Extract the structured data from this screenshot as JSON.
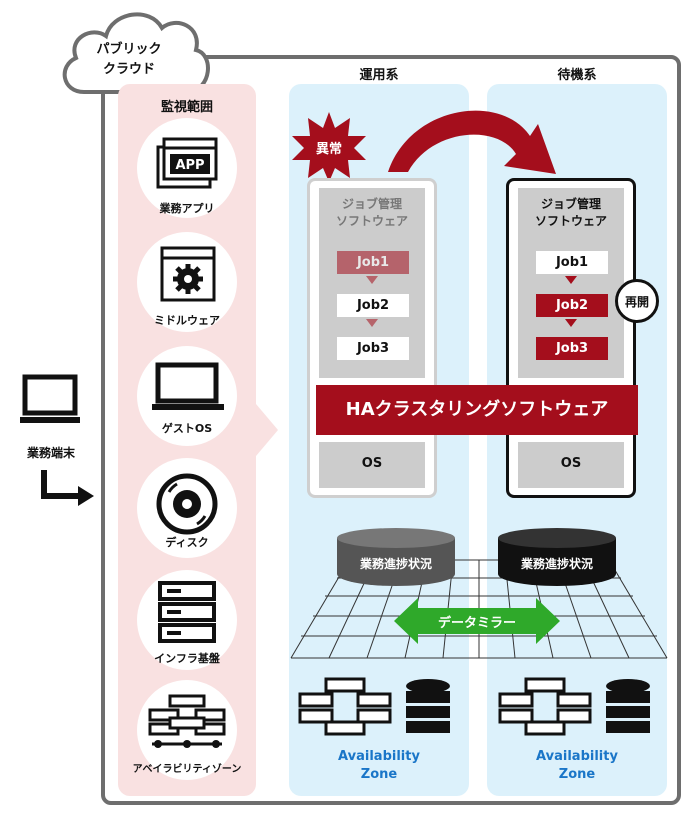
{
  "cloud_label": "パブリック\nクラウド",
  "monitor": {
    "title": "監視範囲",
    "items": [
      "業務アプリ",
      "ミドルウェア",
      "ゲストOS",
      "ディスク",
      "インフラ基盤",
      "アベイラビリティゾーン"
    ]
  },
  "terminal": {
    "label": "業務端末"
  },
  "app_icon_text": "APP",
  "active": {
    "title": "運用系",
    "badge": "異常",
    "software": "ジョブ管理\nソフトウェア",
    "jobs": [
      "Job1",
      "Job2",
      "Job3"
    ],
    "os": "OS",
    "db": "業務進捗状況",
    "az": "Availability\nZone"
  },
  "standby": {
    "title": "待機系",
    "software": "ジョブ管理\nソフトウェア",
    "jobs": [
      "Job1",
      "Job2",
      "Job3"
    ],
    "resume": "再開",
    "os": "OS",
    "db": "業務進捗状況",
    "az": "Availability\nZone"
  },
  "ha": "HAクラスタリングソフトウェア",
  "mirror": "データミラー",
  "colors": {
    "accent": "#a40e1c",
    "zone": "#dcf1fb",
    "monitor": "#f9e1e1",
    "az_text": "#1a76c8",
    "mirror": "#2fa92a"
  }
}
